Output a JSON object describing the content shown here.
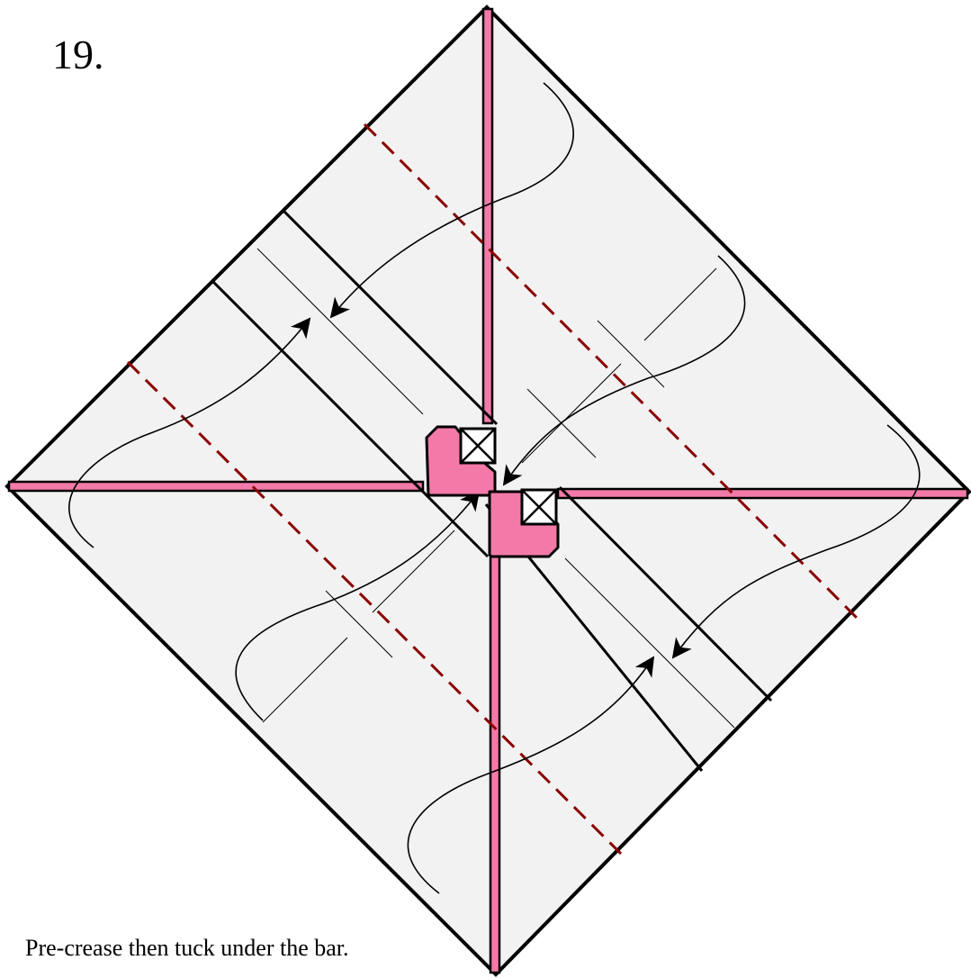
{
  "step": {
    "number": "19."
  },
  "caption": {
    "text": "Pre-crease then tuck under the bar."
  },
  "colors": {
    "paper": "#f2f2f2",
    "outline": "#000000",
    "accent_pink": "#f37aa8",
    "valley_fold": "#8b0000"
  },
  "legend": {
    "valley_fold": "dashed-dark-red-line",
    "move_arrow": "curved-arrow-black"
  }
}
